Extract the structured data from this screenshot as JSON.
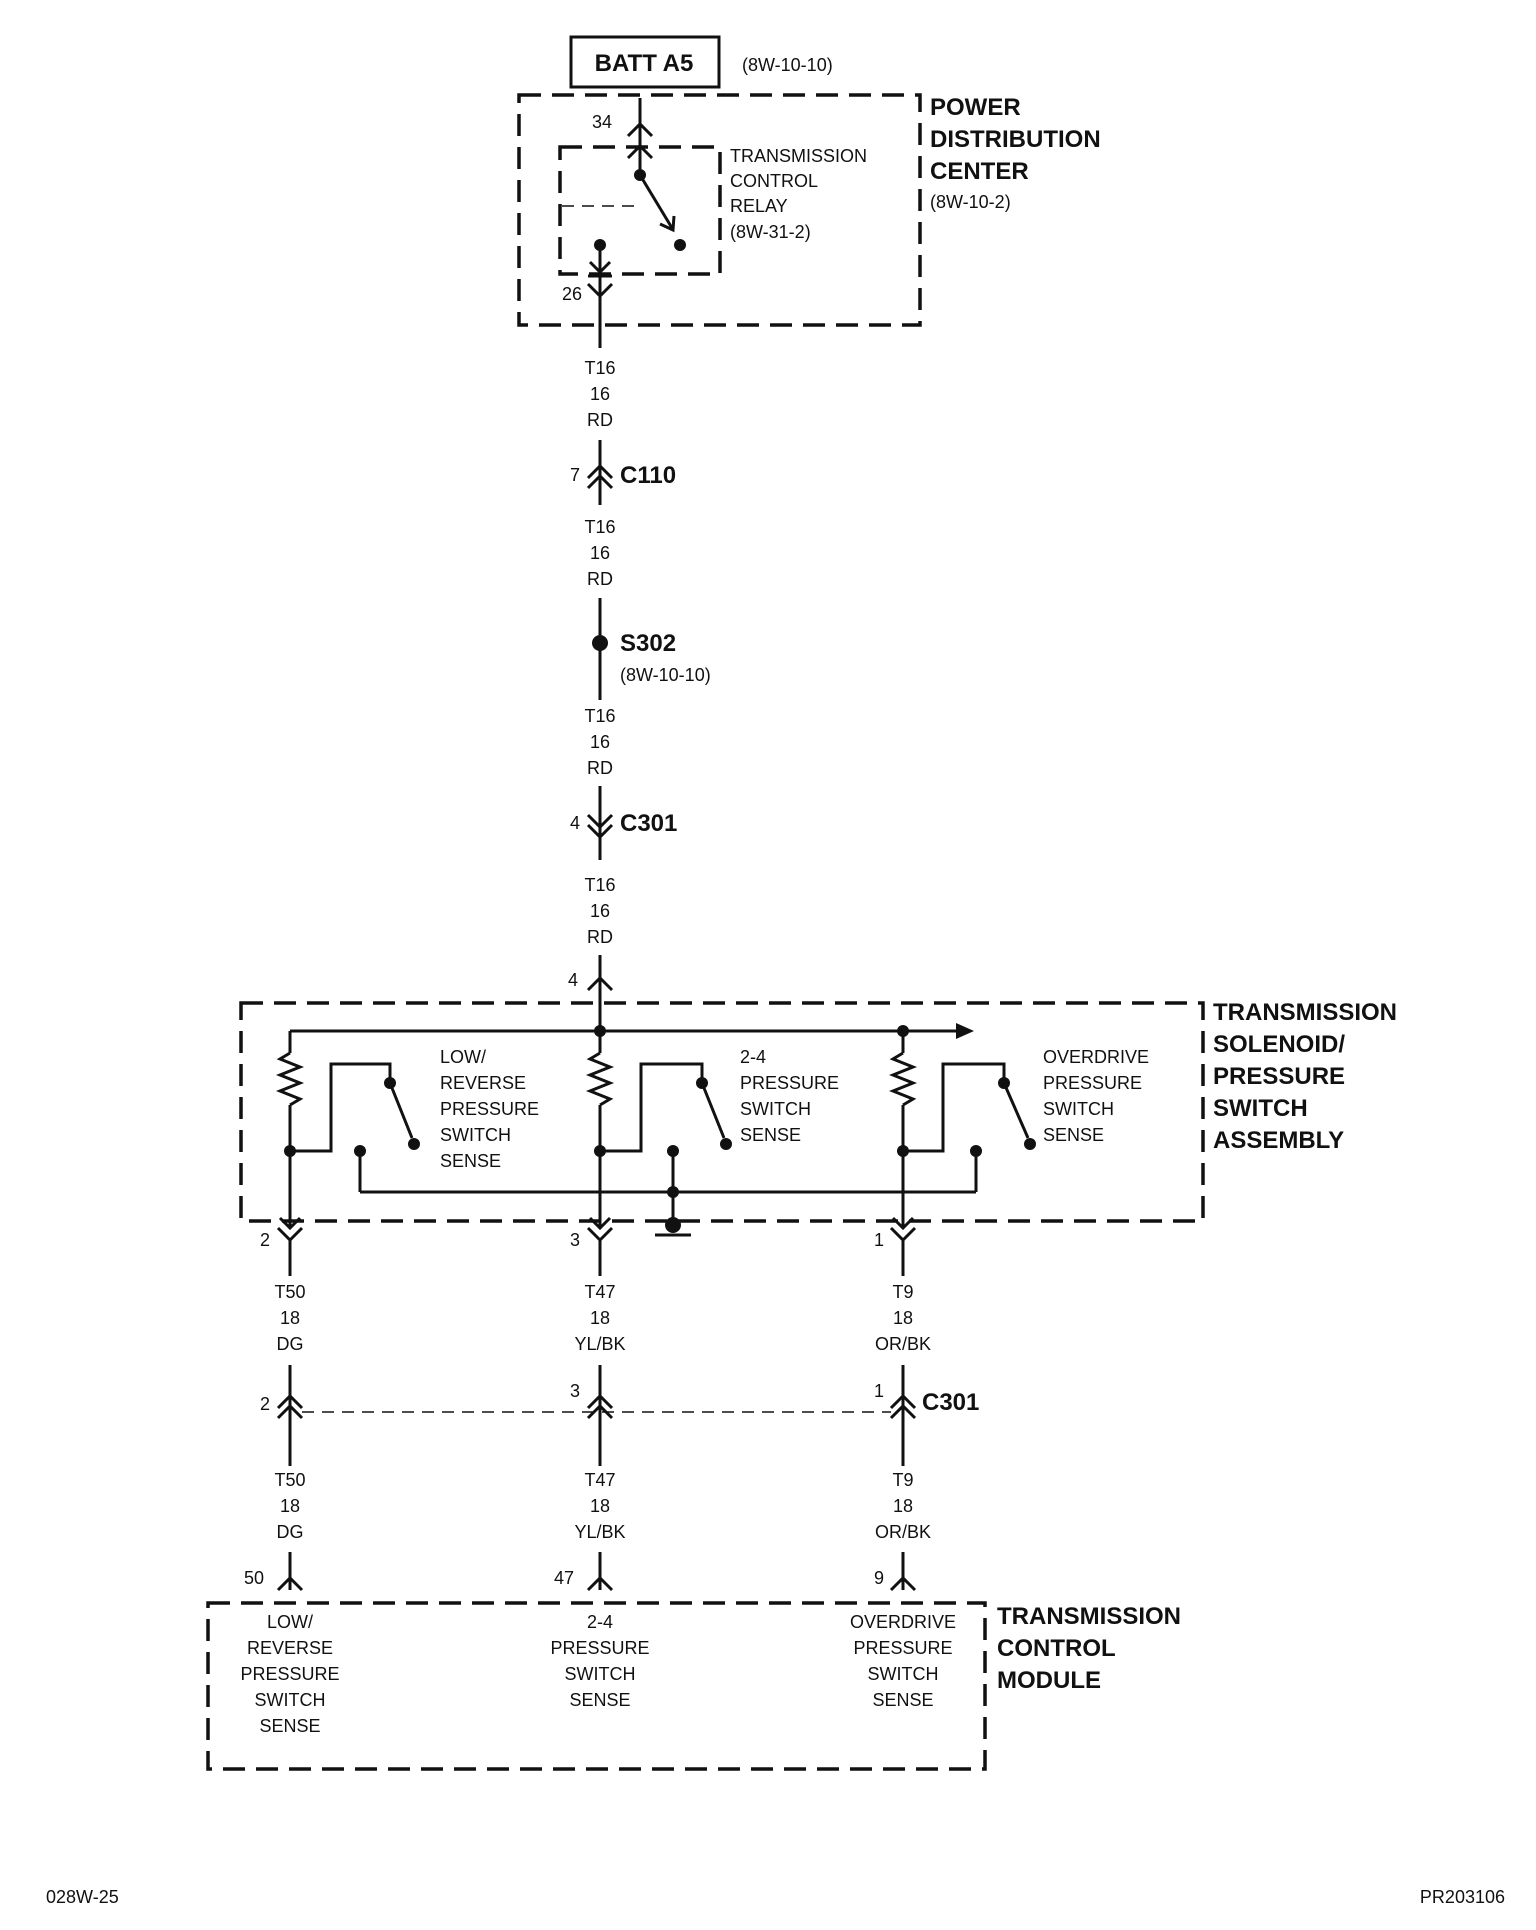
{
  "top": {
    "batt_label": "BATT A5",
    "batt_ref": "(8W-10-10)"
  },
  "pdc": {
    "title_lines": [
      "POWER",
      "DISTRIBUTION",
      "CENTER"
    ],
    "ref": "(8W-10-2)",
    "pin_in": "34",
    "pin_out": "26",
    "relay_lines": [
      "TRANSMISSION",
      "CONTROL",
      "RELAY",
      "(8W-31-2)"
    ]
  },
  "wire_segments": {
    "seg1": [
      "T16",
      "16",
      "RD"
    ],
    "seg2": [
      "T16",
      "16",
      "RD"
    ],
    "seg3": [
      "T16",
      "16",
      "RD"
    ],
    "seg4": [
      "T16",
      "16",
      "RD"
    ]
  },
  "c110": {
    "label": "C110",
    "pin": "7"
  },
  "s302": {
    "label": "S302",
    "ref": "(8W-10-10)"
  },
  "c301_upper": {
    "label": "C301",
    "pin": "4"
  },
  "assembly": {
    "title_lines": [
      "TRANSMISSION",
      "SOLENOID/",
      "PRESSURE",
      "SWITCH",
      "ASSEMBLY"
    ],
    "pin_in": "4",
    "switches": [
      {
        "lines": [
          "LOW/",
          "REVERSE",
          "PRESSURE",
          "SWITCH",
          "SENSE"
        ],
        "pin": "2"
      },
      {
        "lines": [
          "2-4",
          "PRESSURE",
          "SWITCH",
          "SENSE"
        ],
        "pin": "3"
      },
      {
        "lines": [
          "OVERDRIVE",
          "PRESSURE",
          "SWITCH",
          "SENSE"
        ],
        "pin": "1"
      }
    ]
  },
  "lower_wires": {
    "left": [
      "T50",
      "18",
      "DG"
    ],
    "middle": [
      "T47",
      "18",
      "YL/BK"
    ],
    "right": [
      "T9",
      "18",
      "OR/BK"
    ]
  },
  "c301_lower": {
    "label": "C301",
    "pins": [
      "2",
      "3",
      "1"
    ]
  },
  "tcm": {
    "title_lines": [
      "TRANSMISSION",
      "CONTROL",
      "MODULE"
    ],
    "pins": [
      "50",
      "47",
      "9"
    ],
    "inputs": [
      {
        "lines": [
          "LOW/",
          "REVERSE",
          "PRESSURE",
          "SWITCH",
          "SENSE"
        ]
      },
      {
        "lines": [
          "2-4",
          "PRESSURE",
          "SWITCH",
          "SENSE"
        ]
      },
      {
        "lines": [
          "OVERDRIVE",
          "PRESSURE",
          "SWITCH",
          "SENSE"
        ]
      }
    ]
  },
  "footer": {
    "left_code": "028W-25",
    "right_code": "PR203106"
  }
}
